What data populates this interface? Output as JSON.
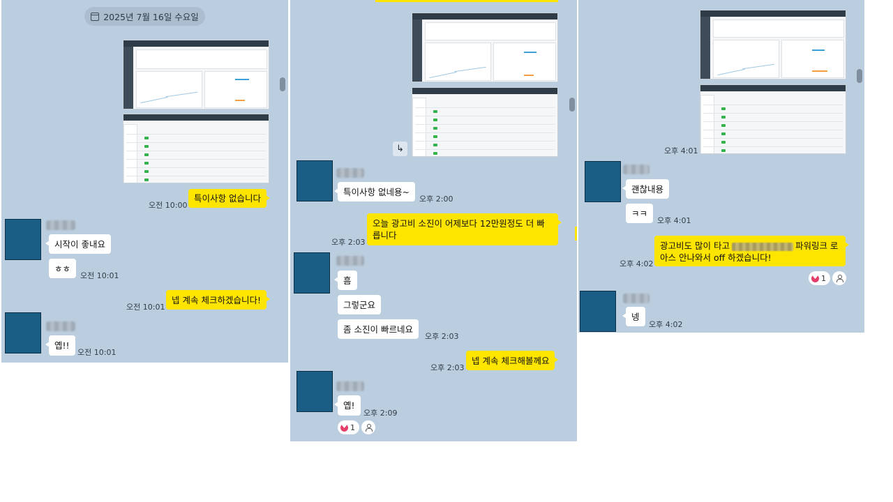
{
  "panel1": {
    "date": "2025년 7월 16일 수요일",
    "out_1": {
      "text": "특이사항 없습니다",
      "time": "오전 10:00"
    },
    "in_1": {
      "text": "시작이 좋내요"
    },
    "in_2": {
      "text": "ㅎㅎ",
      "time": "오전 10:01"
    },
    "out_2": {
      "text": "넵 계속 체크하겠습니다!",
      "time": "오전 10:01"
    },
    "in_3": {
      "text": "옙!!",
      "time": "오전 10:01"
    }
  },
  "panel2": {
    "reply_glyph": "↳",
    "in_1": {
      "text": "특이사항 없네용~",
      "time": "오후 2:00"
    },
    "out_1": {
      "text": "오늘 광고비 소진이 어제보다 12만원정도 더 빠릅니다",
      "time": "오후 2:03"
    },
    "in_2": {
      "text": "흠"
    },
    "in_3": {
      "text": "그렇군요"
    },
    "in_4": {
      "text": "좀 소진이 빠르네요",
      "time": "오후 2:03"
    },
    "out_2": {
      "text": "넵 계속 체크해볼께요",
      "time": "오후 2:03"
    },
    "in_5": {
      "text": "옙!",
      "time": "오후 2:09"
    },
    "reaction_count": "1"
  },
  "panel3": {
    "image_time": "오후 4:01",
    "in_1": {
      "text": "괜찮내용"
    },
    "in_2": {
      "text": "ㅋㅋ",
      "time": "오후 4:01"
    },
    "out_1": {
      "text_before": "광고비도 많이 타고",
      "text_after": "파워링크 로아스 안나와서 off 하겠습니다!",
      "time": "오후 4:02"
    },
    "reaction_count": "1",
    "in_3": {
      "text": "넹",
      "time": "오후 4:02"
    }
  },
  "colors": {
    "chat_bg": "#bacee0",
    "my_bubble": "#fee500",
    "their_bubble": "#ffffff",
    "avatar": "#1a5e86",
    "heart": "#e33f6a"
  }
}
